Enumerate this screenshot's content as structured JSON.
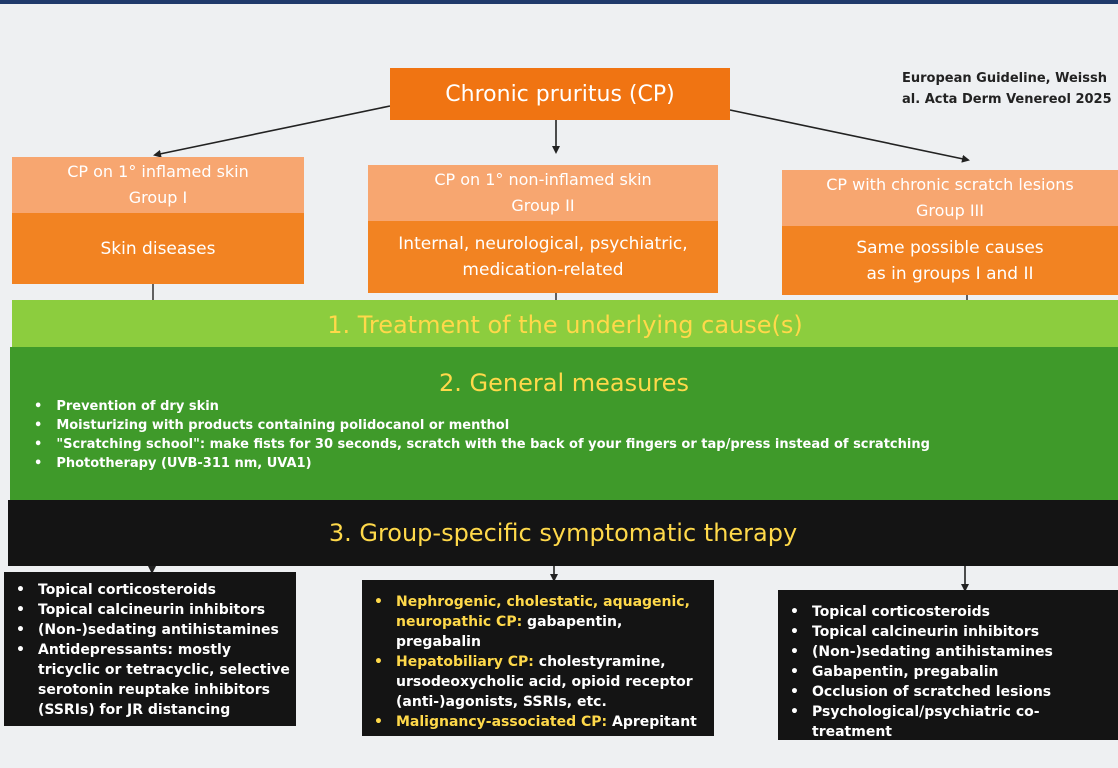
{
  "root": {
    "label": "Chronic pruritus (CP)"
  },
  "citation": {
    "line1": "European Guideline, Weissh",
    "line2": "al. Acta Derm Venereol 2025"
  },
  "groups": [
    {
      "title": "CP on 1° inflamed skin",
      "group": "Group I",
      "causes": [
        "Skin diseases"
      ]
    },
    {
      "title": "CP on 1° non-inflamed skin",
      "group": "Group II",
      "causes": [
        "Internal, neurological, psychiatric,",
        "medication-related"
      ]
    },
    {
      "title": "CP with chronic scratch lesions",
      "group": "Group III",
      "causes": [
        "Same possible causes",
        "as in groups I and II"
      ]
    }
  ],
  "step1": {
    "label": "1. Treatment of the underlying cause(s)"
  },
  "step2": {
    "label": "2. General measures",
    "items": [
      "Prevention of dry skin",
      "Moisturizing with products containing polidocanol or menthol",
      "\"Scratching school\": make fists for 30 seconds, scratch with the back of your fingers or tap/press instead of scratching",
      "Phototherapy (UVB-311 nm, UVA1)"
    ]
  },
  "step3": {
    "label": "3. Group-specific symptomatic therapy"
  },
  "therapies": {
    "group1": [
      "Topical corticosteroids",
      "Topical calcineurin inhibitors",
      "(Non-)sedating antihistamines",
      "Antidepressants: mostly tricyclic or tetracyclic, selective serotonin reuptake inhibitors (SSRIs) for JR distancing"
    ],
    "group2": [
      {
        "label": "Nephrogenic, cholestatic, aquagenic, neuropathic CP:",
        "text": " gabapentin, pregabalin"
      },
      {
        "label": "Hepatobiliary CP:",
        "text": " cholestyramine, ursodeoxycholic acid, opioid receptor (anti-)agonists, SSRIs, etc."
      },
      {
        "label": "Malignancy-associated CP:",
        "text": " Aprepitant"
      }
    ],
    "group3": [
      "Topical corticosteroids",
      "Topical calcineurin inhibitors",
      "(Non-)sedating antihistamines",
      "Gabapentin, pregabalin",
      "Occlusion of scratched lesions",
      "Psychological/psychiatric co-treatment"
    ]
  },
  "colors": {
    "root": "#f07412",
    "group_head": "#f7a670",
    "group_body": "#f28322",
    "step1": "#8ccd3e",
    "step2": "#3f9a2a",
    "step3": "#141414",
    "accent_text": "#ffd94a"
  }
}
